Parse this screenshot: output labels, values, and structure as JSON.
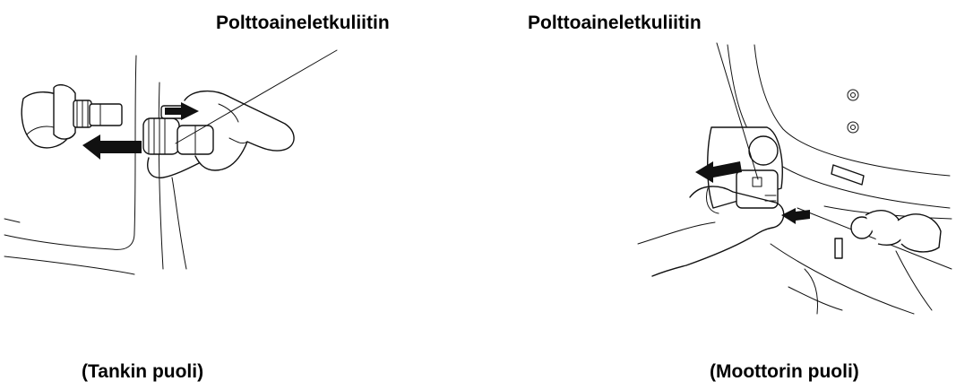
{
  "labels": {
    "left_connector": "Polttoaineletkuliitin",
    "right_connector": "Polttoaineletkuliitin"
  },
  "captions": {
    "left": "(Tankin puoli)",
    "right": "(Moottorin puoli)"
  }
}
